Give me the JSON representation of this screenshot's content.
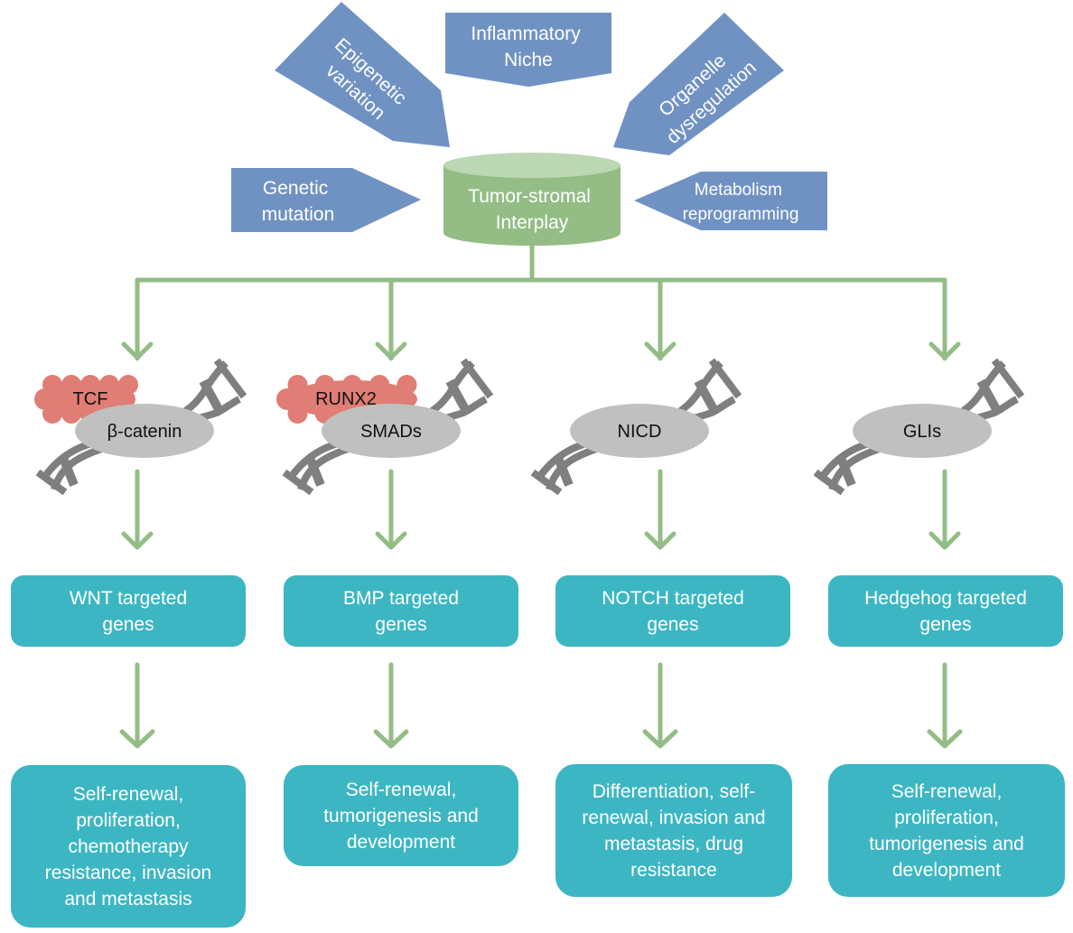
{
  "colors": {
    "input_arrow": "#7092c3",
    "hub": "#93bd85",
    "hub_top": "#bcd7b3",
    "connector": "#93bd85",
    "dna": "#7f7f7f",
    "protein_ellipse": "#c0c0c0",
    "cofactor": "#e07d75",
    "box": "#3db6c3"
  },
  "inputs": [
    {
      "id": "epigenetic",
      "lines": [
        "Epigenetic",
        "variation"
      ]
    },
    {
      "id": "inflammatory",
      "lines": [
        "Inflammatory",
        "Niche"
      ]
    },
    {
      "id": "organelle",
      "lines": [
        "Organelle",
        "dysregulation"
      ]
    },
    {
      "id": "genetic",
      "lines": [
        "Genetic",
        "mutation"
      ]
    },
    {
      "id": "metabolism",
      "lines": [
        "Metabolism",
        "reprogramming"
      ]
    }
  ],
  "hub": {
    "lines": [
      "Tumor-stromal",
      "Interplay"
    ]
  },
  "pathways": [
    {
      "id": "wnt",
      "factor": "β-catenin",
      "cofactor": "TCF",
      "genes": "WNT targeted genes",
      "outcome": "Self-renewal, proliferation, chemotherapy resistance, invasion and metastasis"
    },
    {
      "id": "bmp",
      "factor": "SMADs",
      "cofactor": "RUNX2",
      "genes": "BMP targeted genes",
      "outcome": "Self-renewal, tumorigenesis and development"
    },
    {
      "id": "notch",
      "factor": "NICD",
      "cofactor": null,
      "genes": "NOTCH targeted genes",
      "outcome": "Differentiation, self-renewal, invasion and metastasis, drug resistance"
    },
    {
      "id": "hedgehog",
      "factor": "GLIs",
      "cofactor": null,
      "genes": "Hedgehog targeted genes",
      "outcome": "Self-renewal, proliferation, tumorigenesis and development"
    }
  ]
}
